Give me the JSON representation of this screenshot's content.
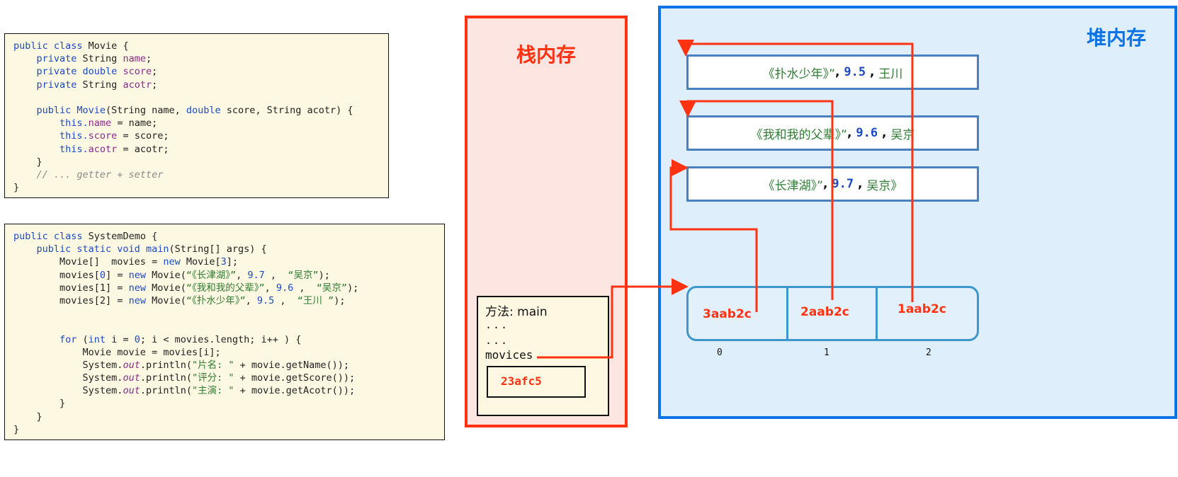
{
  "code_blocks": {
    "movie_class": [
      [
        {
          "t": "public class ",
          "c": "kw"
        },
        {
          "t": "Movie {",
          "c": ""
        }
      ],
      [
        {
          "t": "    private ",
          "c": "kw"
        },
        {
          "t": "String ",
          "c": ""
        },
        {
          "t": "name",
          "c": "fld"
        },
        {
          "t": ";",
          "c": ""
        }
      ],
      [
        {
          "t": "    private double ",
          "c": "kw"
        },
        {
          "t": "score",
          "c": "fld"
        },
        {
          "t": ";",
          "c": ""
        }
      ],
      [
        {
          "t": "    private ",
          "c": "kw"
        },
        {
          "t": "String ",
          "c": ""
        },
        {
          "t": "acotr",
          "c": "fld"
        },
        {
          "t": ";",
          "c": ""
        }
      ],
      [
        {
          "t": "",
          "c": ""
        }
      ],
      [
        {
          "t": "    public ",
          "c": "kw"
        },
        {
          "t": "Movie",
          "c": "kw"
        },
        {
          "t": "(String name, ",
          "c": ""
        },
        {
          "t": "double",
          "c": "kw"
        },
        {
          "t": " score, String acotr) {",
          "c": ""
        }
      ],
      [
        {
          "t": "        this.",
          "c": "kw"
        },
        {
          "t": "name",
          "c": "fld"
        },
        {
          "t": " = name;",
          "c": ""
        }
      ],
      [
        {
          "t": "        this.",
          "c": "kw"
        },
        {
          "t": "score",
          "c": "fld"
        },
        {
          "t": " = score;",
          "c": ""
        }
      ],
      [
        {
          "t": "        this.",
          "c": "kw"
        },
        {
          "t": "acotr",
          "c": "fld"
        },
        {
          "t": " = acotr;",
          "c": ""
        }
      ],
      [
        {
          "t": "    }",
          "c": ""
        }
      ],
      [
        {
          "t": "    // ... getter + setter",
          "c": "cmt"
        }
      ],
      [
        {
          "t": "}",
          "c": ""
        }
      ]
    ],
    "system_demo": [
      [
        {
          "t": "public class ",
          "c": "kw"
        },
        {
          "t": "SystemDemo {",
          "c": ""
        }
      ],
      [
        {
          "t": "    public static void ",
          "c": "kw"
        },
        {
          "t": "main",
          "c": "kw"
        },
        {
          "t": "(String[] args) {",
          "c": ""
        }
      ],
      [
        {
          "t": "        Movie[]  movies = ",
          "c": ""
        },
        {
          "t": "new",
          "c": "kw"
        },
        {
          "t": " Movie[",
          "c": ""
        },
        {
          "t": "3",
          "c": "num"
        },
        {
          "t": "];",
          "c": ""
        }
      ],
      [
        {
          "t": "        movies[",
          "c": ""
        },
        {
          "t": "0",
          "c": "num"
        },
        {
          "t": "] = ",
          "c": ""
        },
        {
          "t": "new",
          "c": "kw"
        },
        {
          "t": " Movie(",
          "c": ""
        },
        {
          "t": "“《长津湖》”",
          "c": "str"
        },
        {
          "t": ", ",
          "c": ""
        },
        {
          "t": "9.7",
          "c": "num"
        },
        {
          "t": " ,  ",
          "c": ""
        },
        {
          "t": "“吴京”",
          "c": "str"
        },
        {
          "t": ");",
          "c": ""
        }
      ],
      [
        {
          "t": "        movies[1] = ",
          "c": ""
        },
        {
          "t": "new",
          "c": "kw"
        },
        {
          "t": " Movie(",
          "c": ""
        },
        {
          "t": "“《我和我的父辈》”",
          "c": "str"
        },
        {
          "t": ", ",
          "c": ""
        },
        {
          "t": "9.6",
          "c": "num"
        },
        {
          "t": " ,  ",
          "c": ""
        },
        {
          "t": "“吴京”",
          "c": "str"
        },
        {
          "t": ");",
          "c": ""
        }
      ],
      [
        {
          "t": "        movies[2] = ",
          "c": ""
        },
        {
          "t": "new",
          "c": "kw"
        },
        {
          "t": " Movie(",
          "c": ""
        },
        {
          "t": "“《扑水少年》”",
          "c": "str"
        },
        {
          "t": ", ",
          "c": ""
        },
        {
          "t": "9.5",
          "c": "num"
        },
        {
          "t": " ,  ",
          "c": ""
        },
        {
          "t": "“王川 ”",
          "c": "str"
        },
        {
          "t": ");",
          "c": ""
        }
      ],
      [
        {
          "t": "",
          "c": ""
        }
      ],
      [
        {
          "t": "",
          "c": ""
        }
      ],
      [
        {
          "t": "        for",
          "c": "kw"
        },
        {
          "t": " (",
          "c": ""
        },
        {
          "t": "int",
          "c": "kw"
        },
        {
          "t": " i = ",
          "c": ""
        },
        {
          "t": "0",
          "c": "num"
        },
        {
          "t": "; i < movies.length; i++ ) {",
          "c": ""
        }
      ],
      [
        {
          "t": "            Movie movie = movies[i];",
          "c": ""
        }
      ],
      [
        {
          "t": "            System.",
          "c": ""
        },
        {
          "t": "out",
          "c": "out"
        },
        {
          "t": ".println(",
          "c": ""
        },
        {
          "t": "\"片名: \"",
          "c": "str"
        },
        {
          "t": " + movie.getName());",
          "c": ""
        }
      ],
      [
        {
          "t": "            System.",
          "c": ""
        },
        {
          "t": "out",
          "c": "out"
        },
        {
          "t": ".println(",
          "c": ""
        },
        {
          "t": "\"评分: \"",
          "c": "str"
        },
        {
          "t": " + movie.getScore());",
          "c": ""
        }
      ],
      [
        {
          "t": "            System.",
          "c": ""
        },
        {
          "t": "out",
          "c": "out"
        },
        {
          "t": ".println(",
          "c": ""
        },
        {
          "t": "\"主演: \"",
          "c": "str"
        },
        {
          "t": " + movie.getAcotr());",
          "c": ""
        }
      ],
      [
        {
          "t": "        }",
          "c": ""
        }
      ],
      [
        {
          "t": "    }",
          "c": ""
        }
      ],
      [
        {
          "t": "}",
          "c": ""
        }
      ]
    ]
  },
  "stack": {
    "title": "栈内存",
    "frame": {
      "method_label": "方法: main",
      "dots1": "...",
      "dots2": "...",
      "variable": "movices",
      "address": "23afc5"
    }
  },
  "heap": {
    "title": "堆内存",
    "objects": [
      {
        "name": "《扑水少年》”",
        "score": "9.5",
        "actor": "王川"
      },
      {
        "name": "《我和我的父辈》”",
        "score": "9.6",
        "actor": "吴京"
      },
      {
        "name": "《长津湖》”",
        "score": "9.7",
        "actor": "吴京》"
      }
    ],
    "array": {
      "cells": [
        "3aab2c",
        "2aab2c",
        "1aab2c"
      ],
      "indices": [
        "0",
        "1",
        "2"
      ]
    }
  },
  "colors": {
    "stack_accent": "#ff3311",
    "heap_accent": "#0d72e6",
    "arrow": "#ff3311"
  }
}
